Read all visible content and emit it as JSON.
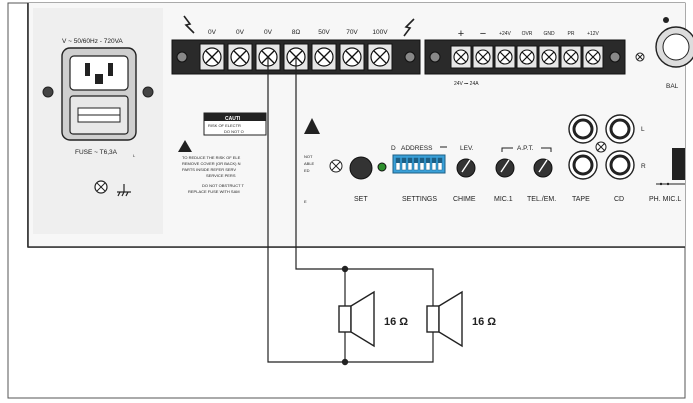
{
  "power": {
    "voltage": "V ~ 50/60Hz - 720VA",
    "fuse": "FUSE ~ T6,3A",
    "fuse_sub": "L"
  },
  "caution": {
    "title": "CAUTI",
    "line1": "RISK OF ELECTR",
    "line2": "DO NOT O",
    "text1": "TO REDUCE THE RISK OF ELE",
    "text2": "REMOVE COVER (OR BACK) N",
    "text3": "PARTS INSIDE REFER SERV",
    "text4": "SERVICE PERS",
    "text5": "DO NOT OBSTRUCT T",
    "text6": "REPLACE FUSE WITH SAM",
    "side1": "NOT",
    "side2": "ABLE",
    "side3": "ED",
    "side4": "E"
  },
  "speaker_terminals": [
    "0V",
    "0V",
    "0V",
    "8Ω",
    "50V",
    "70V",
    "100V"
  ],
  "control_terminals": [
    "+",
    "−",
    "+24V",
    "OVR",
    "GND",
    "PR",
    "+12V"
  ],
  "control_note": "24V ⎓ 24A",
  "balanced_label": "BAL",
  "settings": {
    "d_label": "D",
    "address_label": "ADDRESS",
    "lev_label": "LEV.",
    "apt_label": "A.P.T.",
    "dip_numbers": [
      "1",
      "2",
      "3",
      "4",
      "5",
      "6",
      "7",
      "8"
    ]
  },
  "bottom_labels": {
    "set": "SET",
    "settings": "SETTINGS",
    "chime": "CHIME",
    "mic1": "MIC.1",
    "tel": "TEL./EM.",
    "tape": "TAPE",
    "cd": "CD",
    "ph": "PH. MIC.L",
    "l": "L",
    "r": "R"
  },
  "speakers": [
    {
      "impedance": "16 Ω"
    },
    {
      "impedance": "16 Ω"
    }
  ]
}
